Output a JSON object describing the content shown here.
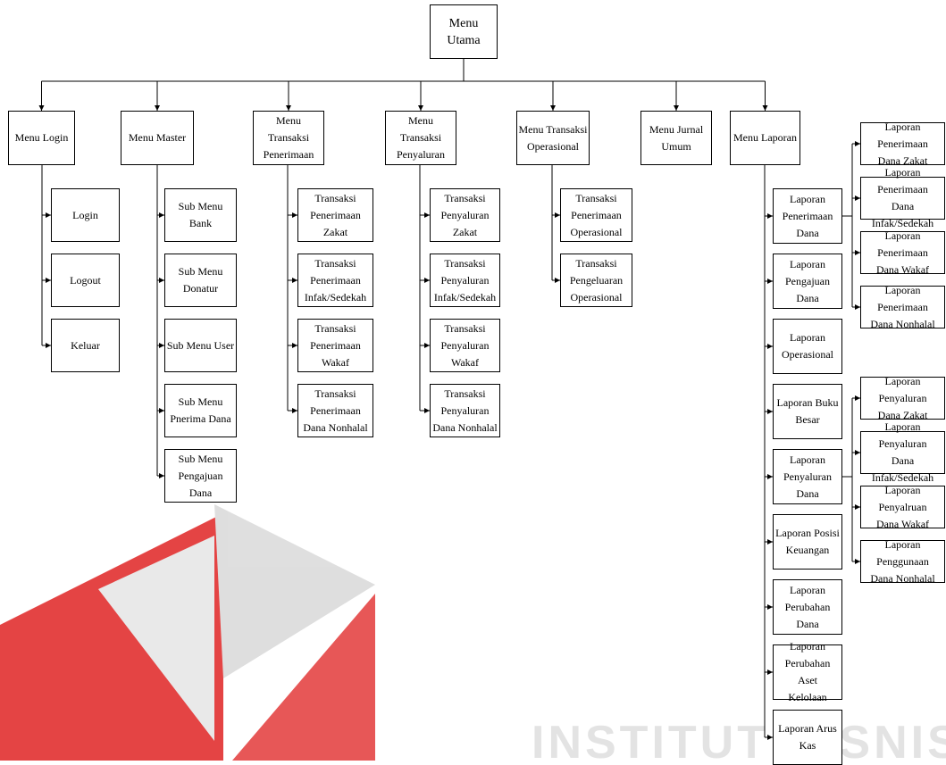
{
  "root": {
    "label": "Menu Utama"
  },
  "menus": [
    {
      "id": "login",
      "label": "Menu Login",
      "subs": [
        {
          "label": "Login"
        },
        {
          "label": "Logout"
        },
        {
          "label": "Keluar"
        }
      ]
    },
    {
      "id": "master",
      "label": "Menu Master",
      "subs": [
        {
          "label": "Sub Menu Bank"
        },
        {
          "label": "Sub Menu\nDonatur"
        },
        {
          "label": "Sub Menu User"
        },
        {
          "label": "Sub Menu\nPnerima Dana"
        },
        {
          "label": "Sub Menu\nPengajuan Dana"
        }
      ]
    },
    {
      "id": "transaksi-penerimaan",
      "label": "Menu Transaksi\nPenerimaan",
      "subs": [
        {
          "label": "Transaksi\nPenerimaan\nZakat"
        },
        {
          "label": "Transaksi\nPenerimaan\nInfak/Sedekah"
        },
        {
          "label": "Transaksi\nPenerimaan\nWakaf"
        },
        {
          "label": "Transaksi\nPenerimaan\nDana Nonhalal"
        }
      ]
    },
    {
      "id": "transaksi-penyaluran",
      "label": "Menu Transaksi\nPenyaluran",
      "subs": [
        {
          "label": "Transaksi\nPenyaluran\nZakat"
        },
        {
          "label": "Transaksi\nPenyaluran\nInfak/Sedekah"
        },
        {
          "label": "Transaksi\nPenyaluran\nWakaf"
        },
        {
          "label": "Transaksi\nPenyaluran\nDana Nonhalal"
        }
      ]
    },
    {
      "id": "transaksi-operasional",
      "label": "Menu Transaksi\nOperasional",
      "subs": [
        {
          "label": "Transaksi\nPenerimaan\nOperasional"
        },
        {
          "label": "Transaksi\nPengeluaran\nOperasional"
        }
      ]
    },
    {
      "id": "jurnal",
      "label": "Menu Jurnal\nUmum",
      "subs": []
    },
    {
      "id": "laporan",
      "label": "Menu Laporan",
      "subs": [
        {
          "label": "Laporan\nPenerimaan\nDana",
          "children": [
            {
              "label": "Laporan Penerimaan\nDana Zakat"
            },
            {
              "label": "Laporan Penerimaan\nDana Infak/Sedekah"
            },
            {
              "label": "Laporan Penerimaan\nDana Wakaf"
            },
            {
              "label": "Laporan Penerimaan\nDana Nonhalal"
            }
          ]
        },
        {
          "label": "Laporan\nPengajuan Dana"
        },
        {
          "label": "Laporan\nOperasional"
        },
        {
          "label": "Laporan Buku\nBesar"
        },
        {
          "label": "Laporan\nPenyaluran\nDana",
          "children": [
            {
              "label": "Laporan Penyaluran\nDana Zakat"
            },
            {
              "label": "Laporan Penyaluran\nDana Infak/Sedekah"
            },
            {
              "label": "Laporan Penyalruan\nDana Wakaf"
            },
            {
              "label": "Laporan Penggunaan\nDana Nonhalal"
            }
          ]
        },
        {
          "label": "Laporan Posisi\nKeuangan"
        },
        {
          "label": "Laporan\nPerubahan Dana"
        },
        {
          "label": "Laporan\nPerubahan Aset\nKelolaan"
        },
        {
          "label": "Laporan Arus\nKas"
        }
      ]
    }
  ],
  "watermark": {
    "text": "INSTITUT BISNIS",
    "color": "#e0e0e0",
    "logo_red": "#e02424",
    "logo_gray": "#d6d6d6"
  }
}
